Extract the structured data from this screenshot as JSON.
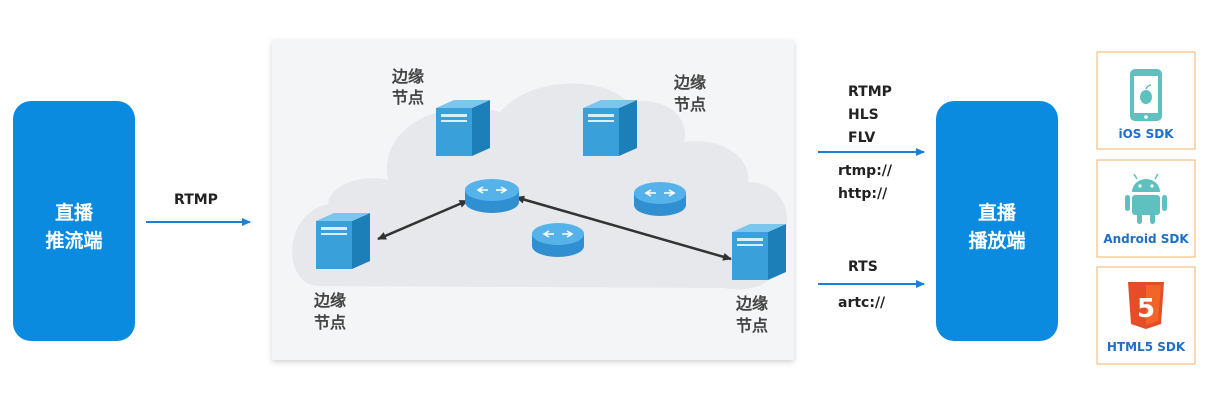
{
  "pusher": {
    "line1": "直播",
    "line2": "推流端"
  },
  "player": {
    "line1": "直播",
    "line2": "播放端"
  },
  "rtmp_in": "RTMP",
  "nodes": {
    "top_left": {
      "line1": "边缘",
      "line2": "节点"
    },
    "top_right": {
      "line1": "边缘",
      "line2": "节点"
    },
    "bottom_left": {
      "line1": "边缘",
      "line2": "节点"
    },
    "bottom_right": {
      "line1": "边缘",
      "line2": "节点"
    }
  },
  "out_protocols": {
    "group1": [
      "RTMP",
      "HLS",
      "FLV"
    ],
    "group1_urls": [
      "rtmp://",
      "http://"
    ],
    "group2": "RTS",
    "group2_url": "artc://"
  },
  "sdks": {
    "ios": "iOS SDK",
    "android": "Android SDK",
    "html5": "HTML5 SDK",
    "html5_badge": "5"
  },
  "colors": {
    "blue": "#0a8be0",
    "server_front": "#3aa0d9",
    "server_side": "#1d7fb8",
    "cloud": "#e6e8ec",
    "panel_bg": "#f4f5f7",
    "arrow": "#1a7fd6",
    "dark_arrow": "#333333",
    "sdk_border": "#f0b36a",
    "html5_orange": "#e44d26",
    "android_green": "#5fc0c0"
  }
}
